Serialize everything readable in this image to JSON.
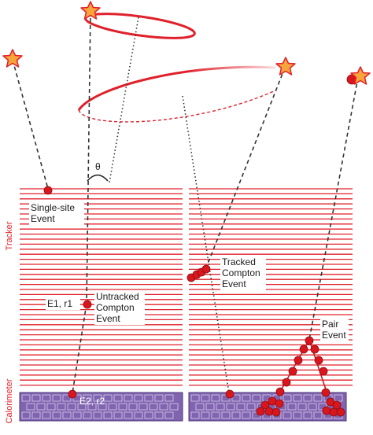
{
  "labels": {
    "tracker": "Tracker",
    "calorimeter": "Calorimeter",
    "theta": "θ",
    "single_site_1": "Single-site",
    "single_site_2": "Event",
    "untracked_1": "Untracked",
    "untracked_2": "Compton",
    "untracked_3": "Event",
    "e1": "E1, r1",
    "e2": "E2, r2",
    "tracked_1": "Tracked",
    "tracked_2": "Compton",
    "tracked_3": "Event",
    "pair_1": "Pair",
    "pair_2": "Event"
  },
  "colors": {
    "tracker_line": "#e0202a",
    "hit": "#d9161d",
    "star_fill": "#f7a43a",
    "star_stroke": "#e0202a",
    "calorimeter_fill": "#8064b0",
    "calorimeter_stroke": "#4b3578",
    "ring": "#e0202a",
    "track": "#333333"
  },
  "icons": {
    "source": "star-icon",
    "hit": "hit-dot-icon"
  }
}
